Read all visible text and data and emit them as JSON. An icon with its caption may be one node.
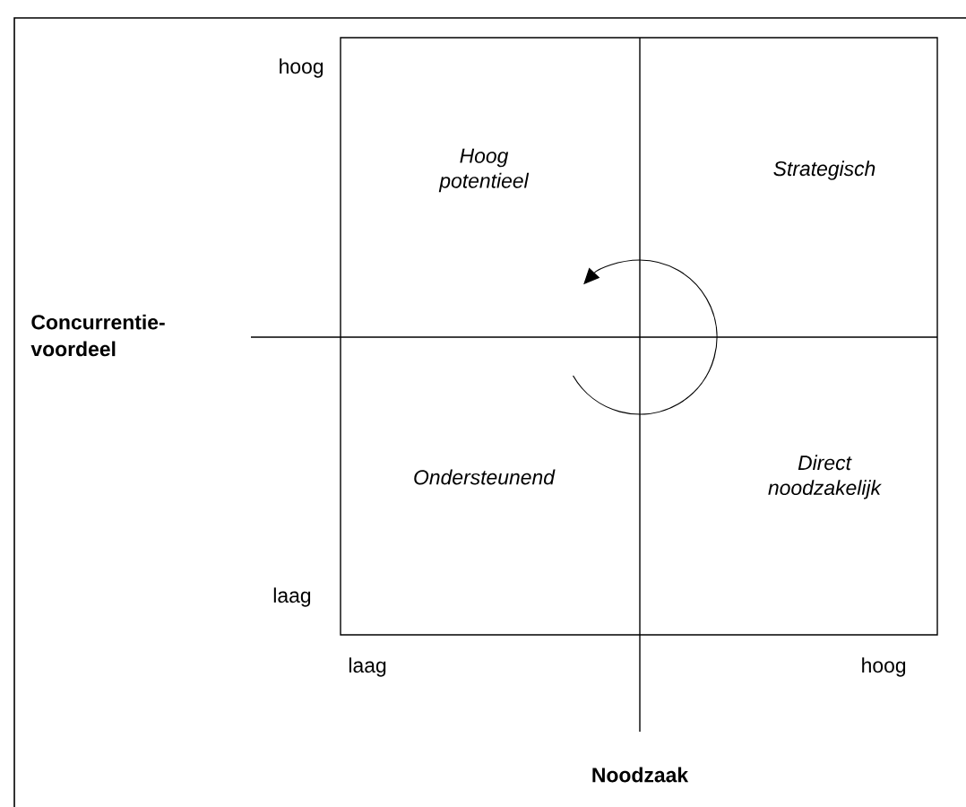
{
  "diagram": {
    "nodes": [
      {
        "text": [
          "Hoog potentieel"
        ]
      },
      {
        "text": [
          "Strategisch"
        ]
      },
      {
        "text": [
          "Ondersteunend"
        ]
      },
      {
        "text": [
          "Direct noodzakelijk"
        ]
      }
    ],
    "labels": [
      "hoog",
      "Concurrentie-voordeel",
      "laag",
      "laag",
      "hoog",
      "Noodzaak"
    ]
  }
}
